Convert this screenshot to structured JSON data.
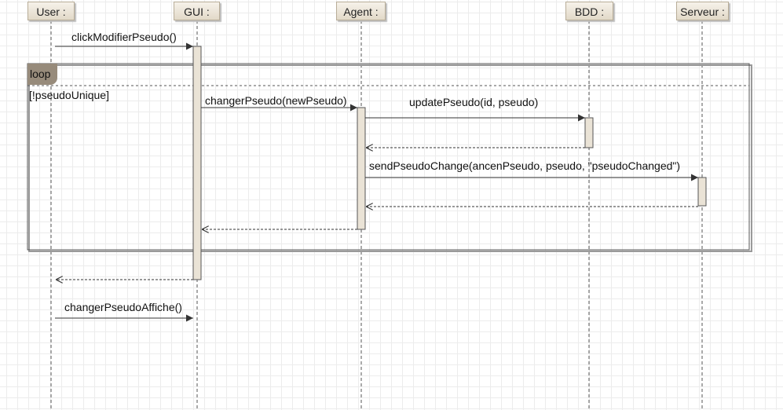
{
  "lifelines": [
    {
      "id": "user",
      "label": "User :"
    },
    {
      "id": "gui",
      "label": "GUI :"
    },
    {
      "id": "agent",
      "label": "Agent :"
    },
    {
      "id": "bdd",
      "label": "BDD :"
    },
    {
      "id": "serveur",
      "label": "Serveur :"
    }
  ],
  "frame": {
    "operator": "loop",
    "guard": "[!pseudoUnique]"
  },
  "messages": {
    "click_modifier": "clickModifierPseudo()",
    "changer_pseudo": "changerPseudo(newPseudo)",
    "update_pseudo": "updatePseudo(id, pseudo)",
    "send_pseudo_change": "sendPseudoChange(ancenPseudo, pseudo, \"pseudoChanged\")",
    "changer_pseudo_affiche": "changerPseudoAffiche()"
  },
  "colors": {
    "header_top": "#f6f2ea",
    "header_bottom": "#e2d9c8",
    "activation_fill": "#eae3d6",
    "frame_tab": "#978b7b",
    "line": "#333333"
  }
}
